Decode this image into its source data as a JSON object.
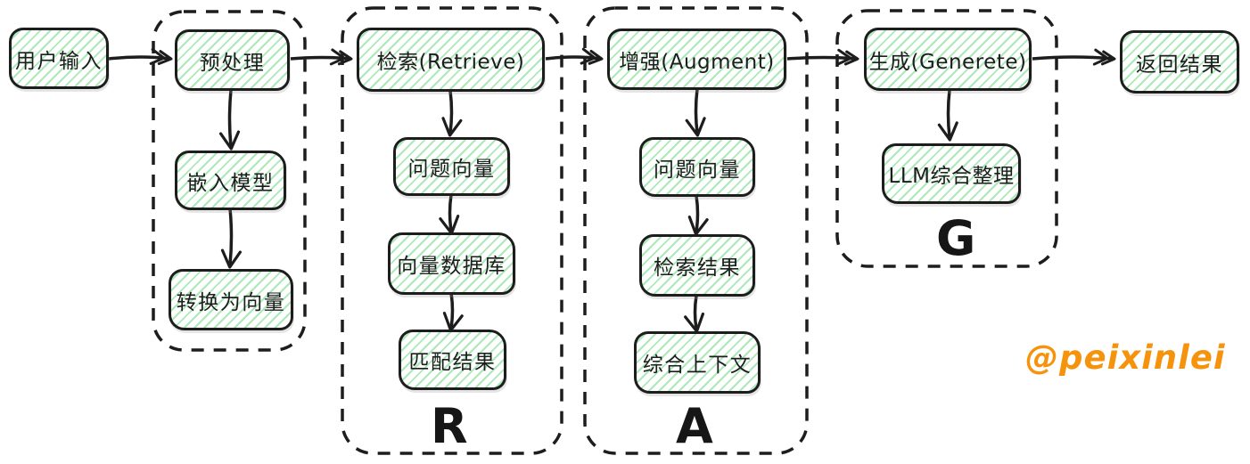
{
  "nodes": {
    "user_input": "用户输入",
    "preprocess": "预处理",
    "embed_model": "嵌入模型",
    "to_vector": "转换为向量",
    "retrieve": "检索(Retrieve)",
    "r_question_vector": "问题向量",
    "vector_db": "向量数据库",
    "match_result": "匹配结果",
    "augment": "增强(Augment)",
    "a_question_vector": "问题向量",
    "retrieval_result": "检索结果",
    "combine_context": "综合上下文",
    "generate": "生成(Generete)",
    "llm_organize": "LLM综合整理",
    "return_result": "返回结果"
  },
  "groups": {
    "r_label": "R",
    "a_label": "A",
    "g_label": "G"
  },
  "watermark": "@peixinlei",
  "colors": {
    "stroke": "#1d1d1d",
    "hatch_green": "#ace9b8",
    "watermark_orange": "#f6930d"
  }
}
